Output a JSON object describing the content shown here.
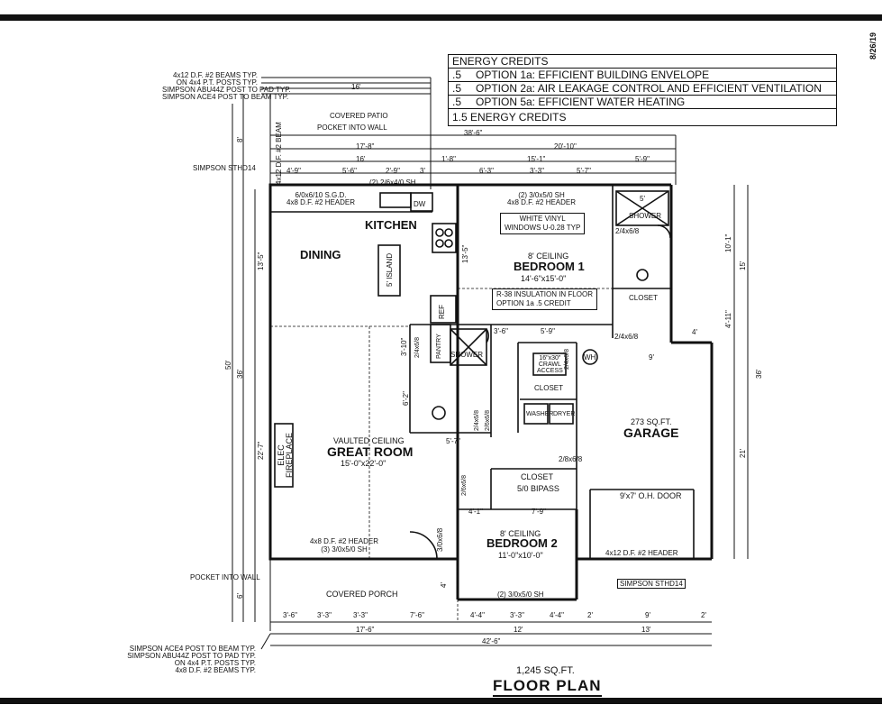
{
  "date": "8/26/19",
  "energy": {
    "header": "ENERGY CREDITS",
    "items": [
      {
        "value": ".5",
        "label": "OPTION 1a: EFFICIENT BUILDING ENVELOPE"
      },
      {
        "value": ".5",
        "label": "OPTION 2a: AIR LEAKAGE CONTROL AND EFFICIENT VENTILATION"
      },
      {
        "value": ".5",
        "label": "OPTION 5a: EFFICIENT WATER HEATING"
      }
    ],
    "total": "1.5 ENERGY CREDITS"
  },
  "notes": {
    "top_left": [
      "4x12 D.F. #2 BEAMS TYP.",
      "ON 4x4 P.T. POSTS TYP.",
      "SIMPSON ABU44Z POST TO PAD TYP.",
      "SIMPSON ACE4 POST TO BEAM TYP."
    ],
    "bottom_left": [
      "SIMPSON ACE4 POST TO BEAM TYP.",
      "SIMPSON ABU44Z POST TO PAD TYP.",
      "ON 4x4 P.T. POSTS TYP.",
      "4x8 D.F. #2 BEAMS TYP."
    ],
    "simpson_left": "SIMPSON STHD14",
    "simpson_right": "SIMPSON STHD14",
    "beam_vertical": "4x12 D.F. #2 BEAM",
    "pocket_top": "POCKET INTO WALL",
    "pocket_bottom": "POCKET INTO WALL"
  },
  "rooms": {
    "covered_patio": "COVERED PATIO",
    "kitchen": "KITCHEN",
    "dining": "DINING",
    "island": "5' ISLAND",
    "ref": "REF",
    "dw": "DW",
    "pantry": "PANTRY",
    "bedroom1": {
      "ceiling": "8' CEILING",
      "name": "BEDROOM 1",
      "size": "14'-6\"x15'-0\""
    },
    "white_vinyl": [
      "WHITE VINYL",
      "WINDOWS U-0.28 TYP"
    ],
    "insulation": [
      "R-38 INSULATION IN FLOOR",
      "OPTION  1a .5 CREDIT"
    ],
    "shower": "SHOWER",
    "shower_small": "SHOWER",
    "closet1": "CLOSET",
    "closet_hall": "CLOSET",
    "attic": [
      "16\"x30\"",
      "CRAWL",
      "ACCESS"
    ],
    "washer": "WASHER",
    "dryer": "DRYER",
    "great_room": {
      "ceiling": "VAULTED CEILING",
      "name": "GREAT ROOM",
      "size": "15'-0\"x22'-0\""
    },
    "fireplace": [
      "ELEC",
      "FIREPLACE"
    ],
    "garage": {
      "sqft": "273 SQ.FT.",
      "name": "GARAGE",
      "door": "9'x7' O.H. DOOR",
      "header": "4x12 D.F. #2 HEADER"
    },
    "bedroom2": {
      "ceiling": "8' CEILING",
      "name": "BEDROOM 2",
      "size": "11'-0\"x10'-0\""
    },
    "closet2": "CLOSET",
    "bipass": "5/0 BIPASS",
    "covered_porch": "COVERED PORCH",
    "wh": "WH"
  },
  "openings": {
    "sgd": [
      "6/0x6/10 S.G.D.",
      "4x8 D.F. #2 HEADER"
    ],
    "kitchen_window": "(2) 2/6x4/0 SH",
    "bed1_window": [
      "(2) 3/0x5/0 SH",
      "4x8 D.F. #2 HEADER"
    ],
    "shower_door": "5'",
    "door_bath1": "2/4x6/8",
    "door_closet1": "2/4x6/8",
    "door_pantry": "2/4x6/8",
    "door_bath2a": "2/4x6/8",
    "door_bath2b": "2/6x6/8",
    "door_laundry": "2/4x6/8",
    "door_garage": "2/8x6/8",
    "door_bed2": "2/6x6/8",
    "door_entry": "3/0x6/8",
    "great_header": [
      "4x8 D.F. #2 HEADER",
      "(3) 3/0x5/0 SH"
    ],
    "bed2_window": "(2) 3/0x5/0 SH"
  },
  "dims": {
    "top_16": "16'",
    "top_8": "8'",
    "top_38_6": "38'-6\"",
    "top_17_8": "17'-8\"",
    "top_20_10": "20'-10\"",
    "row_16": "16'",
    "row_1_8": "1'-8\"",
    "row_15_1": "15'-1\"",
    "row_5_9": "5'-9\"",
    "seg": [
      "4'-9\"",
      "5'-6\"",
      "2'-9\"",
      "3'",
      "6'-3\"",
      "3'-3\"",
      "5'-7\""
    ],
    "left_13_5": "13'-5\"",
    "left_50": "50'",
    "left_36": "36'",
    "left_22_7": "22'-7\"",
    "left_6": "6'",
    "right_10_1": "10'-1\"",
    "right_15": "15'",
    "right_4_11": "4'-11\"",
    "right_36": "36'",
    "right_21": "21'",
    "right_4": "4'",
    "garage_9": "9'",
    "inner_3_6": "3'-6\"",
    "inner_5_9": "5'-9\"",
    "inner_3_10": "3'-10\"",
    "inner_6_2": "6'-2\"",
    "inner_5_7": "5'-7\"",
    "inner_4_1": "4'-1\"",
    "inner_7_9": "7'-9\"",
    "inner_13_5": "13'-5\"",
    "inner_4": "4'",
    "bottom_seg": [
      "3'-6\"",
      "3'-3\"",
      "3'-3\"",
      "7'-6\"",
      "4'-4\"",
      "3'-3\"",
      "4'-4\"",
      "2'",
      "9'",
      "2'"
    ],
    "bottom_17_6": "17'-6\"",
    "bottom_12": "12'",
    "bottom_13": "13'",
    "bottom_42_6": "42'-6\""
  },
  "footer": {
    "sqft": "1,245 SQ.FT.",
    "title": "FLOOR PLAN"
  }
}
